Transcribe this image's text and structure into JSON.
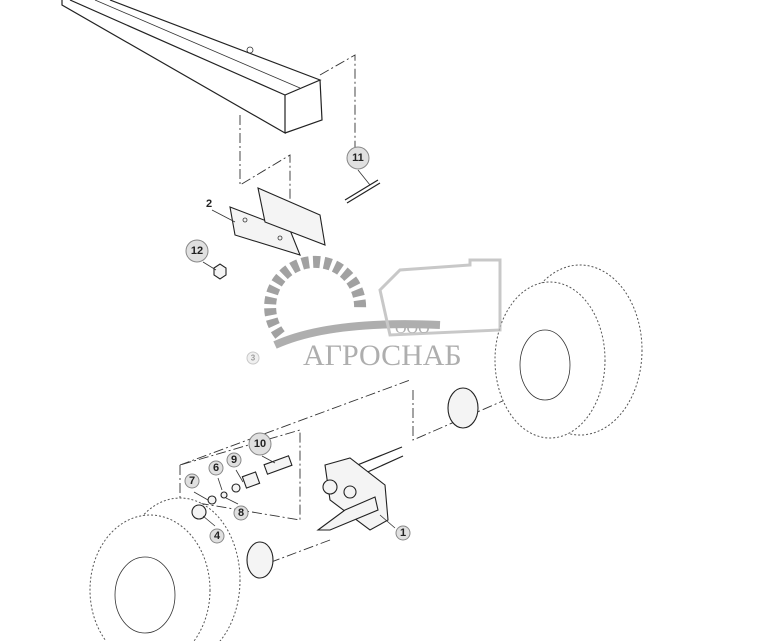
{
  "diagram": {
    "callouts": {
      "c1": "1",
      "c2": "2",
      "c3": "3",
      "c4": "4",
      "c6": "6",
      "c7": "7",
      "c8": "8",
      "c9": "9",
      "c10": "10",
      "c11": "11",
      "c12": "12"
    },
    "watermark": {
      "prefix": "ООО",
      "name": "АГРОСНАБ"
    },
    "colors": {
      "callout_fill": "#e0e0e0",
      "watermark": "#9a9a9a"
    }
  }
}
